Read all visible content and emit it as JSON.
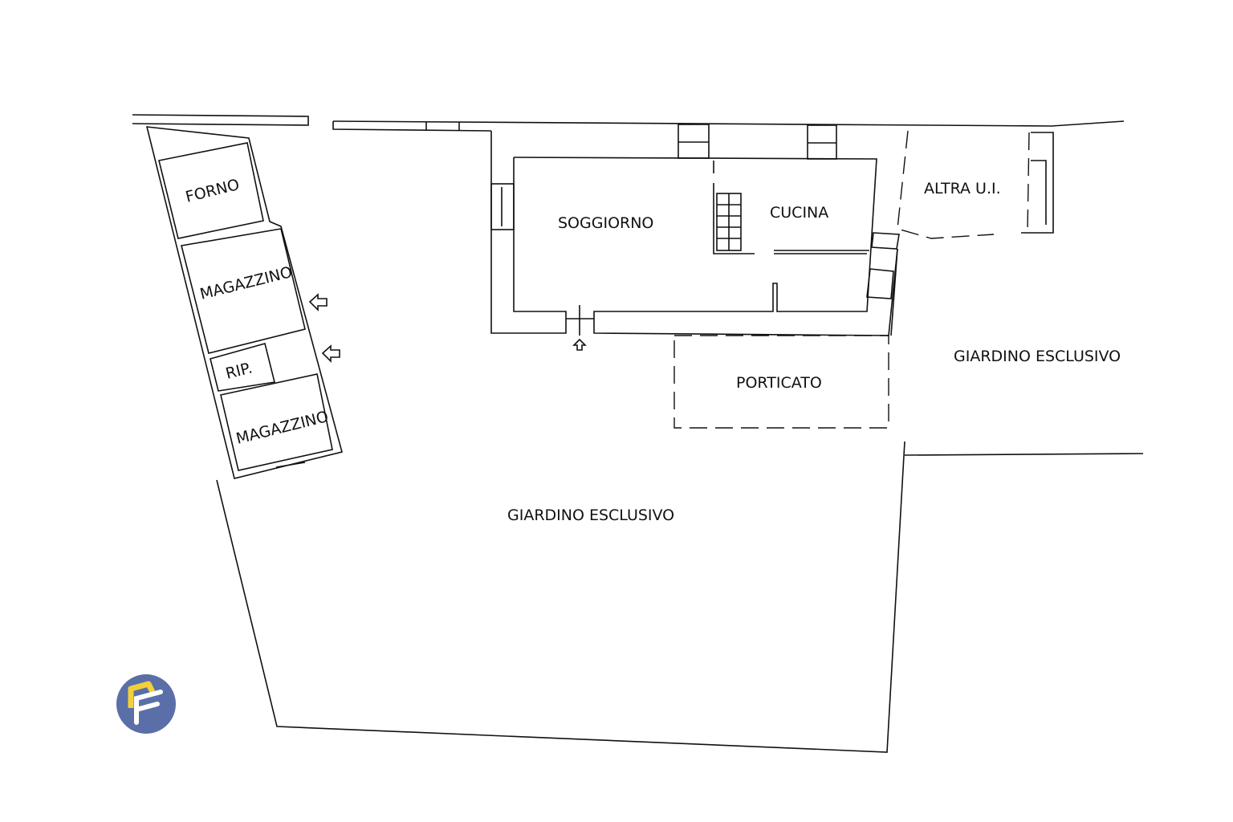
{
  "rooms": {
    "forno": "FORNO",
    "magazzino_top": "MAGAZZINO",
    "ripostiglio": "RIP.",
    "magazzino_bottom": "MAGAZZINO",
    "soggiorno": "SOGGIORNO",
    "cucina": "CUCINA",
    "altra_ui": "ALTRA U.I.",
    "porticato": "PORTICATO",
    "giardino_right": "GIARDINO ESCLUSIVO",
    "giardino_main": "GIARDINO ESCLUSIVO"
  },
  "colors": {
    "logo_blue": "#5a6fa8",
    "logo_yellow": "#f3cf3a"
  }
}
